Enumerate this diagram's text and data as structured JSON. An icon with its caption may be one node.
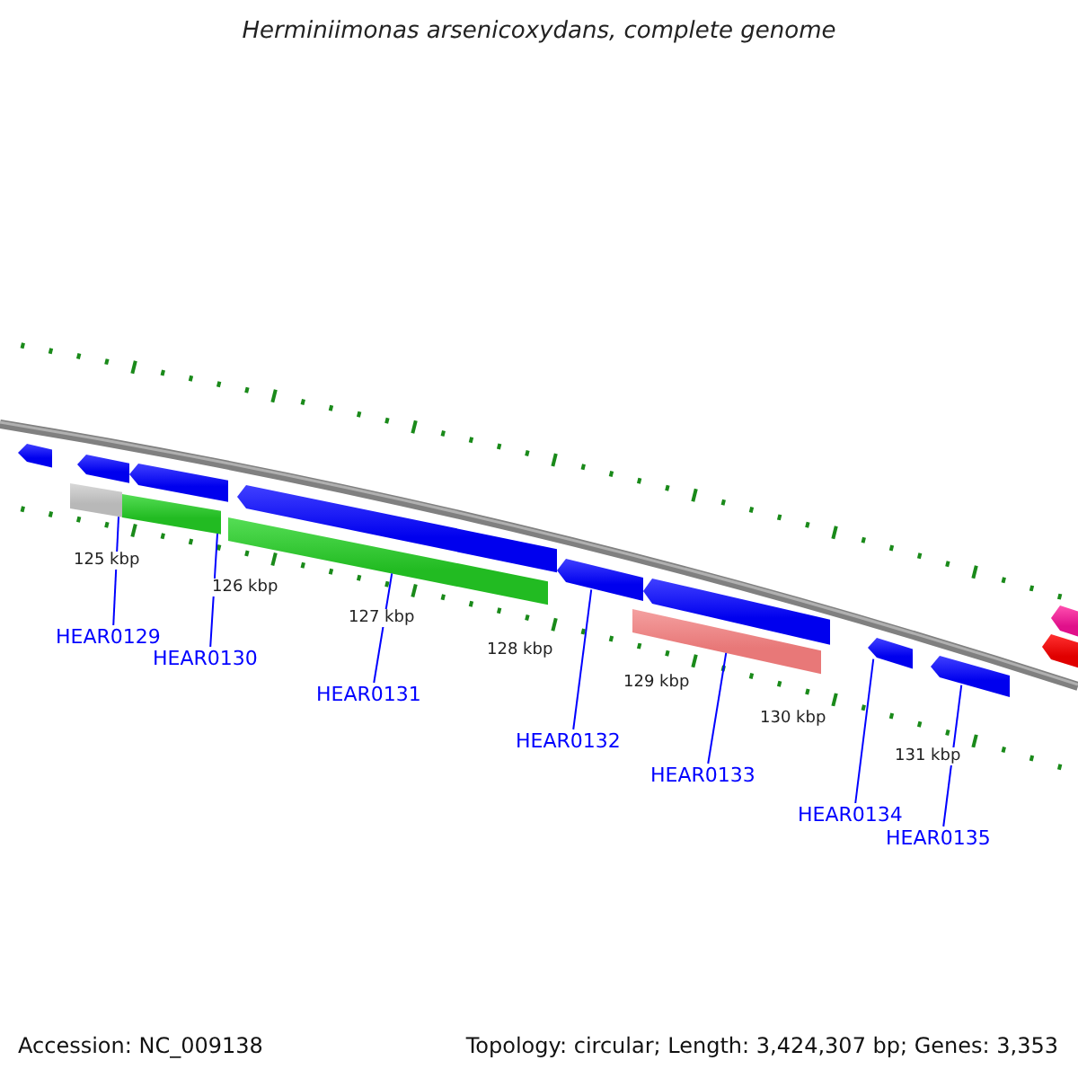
{
  "diagram": {
    "title": "Herminiimonas arsenicoxydans, complete genome",
    "nodes": [
      {
        "text": [],
        "shape": "bar"
      },
      {
        "text": [],
        "shape": "bar"
      },
      {
        "text": [],
        "shape": "bar"
      },
      {
        "text": [],
        "shape": "bar"
      },
      {
        "text": [],
        "shape": "bar"
      },
      {
        "text": [],
        "shape": "bar"
      },
      {
        "text": [],
        "shape": "bar"
      },
      {
        "text": [],
        "shape": "bar"
      },
      {
        "text": [],
        "shape": "bar"
      },
      {
        "text": [],
        "shape": "bar"
      },
      {
        "text": [],
        "shape": "bar"
      },
      {
        "text": [],
        "shape": "bar"
      },
      {
        "text": [],
        "shape": "bar"
      },
      {
        "text": [],
        "shape": "bar"
      },
      {
        "text": [
          "HEAR0129"
        ]
      },
      {
        "text": [
          "HEAR0130"
        ]
      },
      {
        "text": [
          "HEAR0131"
        ]
      },
      {
        "text": [
          "HEAR0132"
        ]
      },
      {
        "text": [
          "HEAR0133"
        ]
      },
      {
        "text": [
          "HEAR0134"
        ]
      },
      {
        "text": [
          "HEAR0135"
        ]
      }
    ],
    "edges": [
      {
        "from": 14,
        "to": 3,
        "arrow": "none"
      },
      {
        "from": 15,
        "to": 4,
        "arrow": "none"
      },
      {
        "from": 16,
        "to": 6,
        "arrow": "none"
      },
      {
        "from": 17,
        "to": 7,
        "arrow": "none"
      },
      {
        "from": 18,
        "to": 9,
        "arrow": "none"
      },
      {
        "from": 19,
        "to": 10,
        "arrow": "none"
      },
      {
        "from": 20,
        "to": 11,
        "arrow": "none"
      }
    ],
    "labels": [
      "125 kbp",
      "126 kbp",
      "127 kbp",
      "128 kbp",
      "129 kbp",
      "130 kbp",
      "131 kbp",
      "Accession: NC_009138",
      "Topology: circular; Length: 3,424,307 bp; Genes: 3,353"
    ]
  }
}
